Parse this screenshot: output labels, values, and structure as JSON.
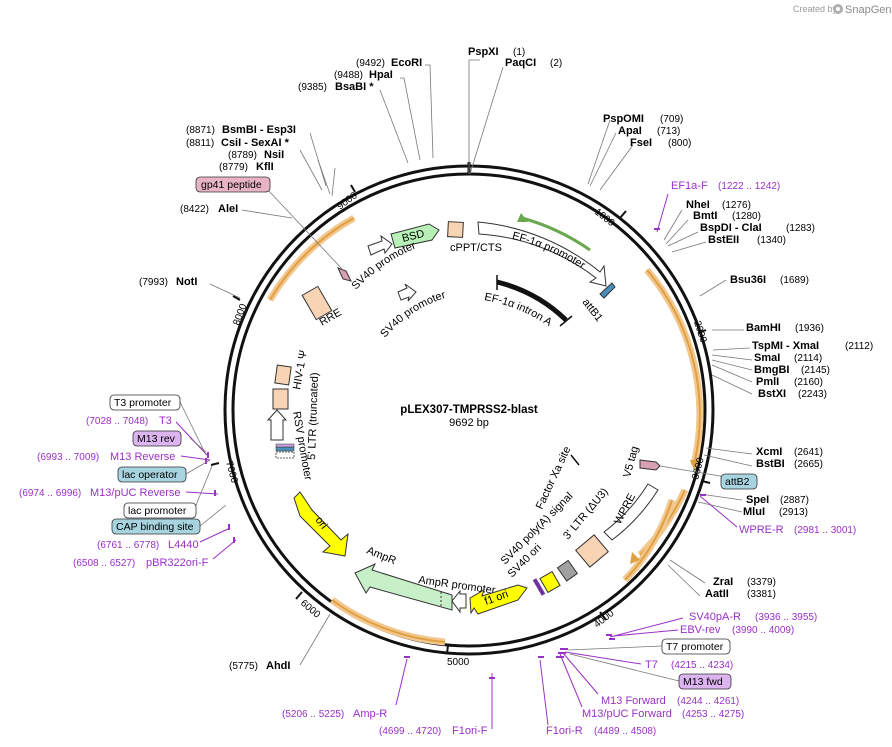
{
  "credit": {
    "created_by": "Created by",
    "brand": "SnapGene"
  },
  "plasmid": {
    "name": "pLEX307-TMPRSS2-blast",
    "length": "9692 bp",
    "bp": 9692
  },
  "colors": {
    "primer": "#9b30c8",
    "ori": "#ffff00",
    "ampr": "#c8f0c8",
    "bsd": "#b8f0b8",
    "ltr": "#f8d4b4",
    "orf": "#ffd08a",
    "egfp_arrow": "#6aa84f"
  },
  "tick_labels": [
    "1000",
    "2000",
    "3000",
    "4000",
    "5000",
    "6000",
    "7000",
    "8000",
    "9000"
  ],
  "enzymes": [
    {
      "name": "PspXI",
      "pos": "(1)"
    },
    {
      "name": "PaqCI",
      "pos": "(2)"
    },
    {
      "name": "EcoRI",
      "pos": "(9492)"
    },
    {
      "name": "HpaI",
      "pos": "(9488)"
    },
    {
      "name": "BsaBI *",
      "pos": "(9385)"
    },
    {
      "name": "PspOMI",
      "pos": "(709)"
    },
    {
      "name": "ApaI",
      "pos": "(713)"
    },
    {
      "name": "FseI",
      "pos": "(800)"
    },
    {
      "name": "BsmBI - Esp3I",
      "pos": "(8871)"
    },
    {
      "name": "CsiI - SexAI *",
      "pos": "(8811)"
    },
    {
      "name": "NsiI",
      "pos": "(8789)"
    },
    {
      "name": "KflI",
      "pos": "(8779)"
    },
    {
      "name": "AleI",
      "pos": "(8422)"
    },
    {
      "name": "NotI",
      "pos": "(7993)"
    },
    {
      "name": "NheI",
      "pos": "(1276)"
    },
    {
      "name": "BmtI",
      "pos": "(1280)"
    },
    {
      "name": "BspDI - ClaI",
      "pos": "(1283)"
    },
    {
      "name": "BstEII",
      "pos": "(1340)"
    },
    {
      "name": "Bsu36I",
      "pos": "(1689)"
    },
    {
      "name": "BamHI",
      "pos": "(1936)"
    },
    {
      "name": "TspMI - XmaI",
      "pos": "(2112)"
    },
    {
      "name": "SmaI",
      "pos": "(2114)"
    },
    {
      "name": "BmgBI",
      "pos": "(2145)"
    },
    {
      "name": "PmlI",
      "pos": "(2160)"
    },
    {
      "name": "BstXI",
      "pos": "(2243)"
    },
    {
      "name": "XcmI",
      "pos": "(2641)"
    },
    {
      "name": "BstBI",
      "pos": "(2665)"
    },
    {
      "name": "SpeI",
      "pos": "(2887)"
    },
    {
      "name": "MluI",
      "pos": "(2913)"
    },
    {
      "name": "ZraI",
      "pos": "(3379)"
    },
    {
      "name": "AatII",
      "pos": "(3381)"
    },
    {
      "name": "AhdI",
      "pos": "(5775)"
    }
  ],
  "primers": [
    {
      "name": "EF1a-F",
      "pos": "(1222 .. 1242)"
    },
    {
      "name": "WPRE-R",
      "pos": "(2981 .. 3001)"
    },
    {
      "name": "SV40pA-R",
      "pos": "(3936 .. 3955)"
    },
    {
      "name": "EBV-rev",
      "pos": "(3990 .. 4009)"
    },
    {
      "name": "T7",
      "pos": "(4215 .. 4234)"
    },
    {
      "name": "M13 Forward",
      "pos": "(4244 .. 4261)"
    },
    {
      "name": "M13/pUC Forward",
      "pos": "(4253 .. 4275)"
    },
    {
      "name": "F1ori-R",
      "pos": "(4489 .. 4508)"
    },
    {
      "name": "F1ori-F",
      "pos": "(4699 .. 4720)"
    },
    {
      "name": "Amp-R",
      "pos": "(5206 .. 5225)"
    },
    {
      "name": "pBR322ori-F",
      "pos": "(6508 .. 6527)"
    },
    {
      "name": "L4440",
      "pos": "(6761 .. 6778)"
    },
    {
      "name": "M13/pUC Reverse",
      "pos": "(6974 .. 6996)"
    },
    {
      "name": "M13 Reverse",
      "pos": "(6993 .. 7009)"
    },
    {
      "name": "T3",
      "pos": "(7028 .. 7048)"
    }
  ],
  "boxed_labels": {
    "gp41": "gp41 peptide",
    "attB2": "attB2",
    "t7_promoter": "T7 promoter",
    "m13_fwd": "M13 fwd",
    "t3_promoter": "T3 promoter",
    "m13_rev": "M13 rev",
    "lac_operator": "lac operator",
    "lac_promoter": "lac promoter",
    "cap_site": "CAP binding site"
  },
  "features": {
    "bsd": "BSD",
    "cppt": "cPPT/CTS",
    "ef1a_promoter": "EF-1α promoter",
    "ef1a_intron": "EF-1α intron A",
    "attb1": "attB1",
    "sv40_promoter_outer": "SV40 promoter",
    "sv40_promoter_inner": "SV40 promoter",
    "rre": "RRE",
    "hiv_psi": "HIV-1 Ψ",
    "rsv_ltr": "RSV promoter",
    "ltr5": "5' LTR (truncated)",
    "v5_tag": "V5 tag",
    "factor_xa": "Factor Xa site",
    "wpre": "WPRE",
    "ltr3": "3' LTR (ΔU3)",
    "sv40_polya": "SV40 poly(A) signal",
    "sv40_ori": "SV40 ori",
    "f1_ori": "f1 ori",
    "ampr_promoter": "AmpR promoter",
    "ampr": "AmpR",
    "ori": "ori"
  }
}
